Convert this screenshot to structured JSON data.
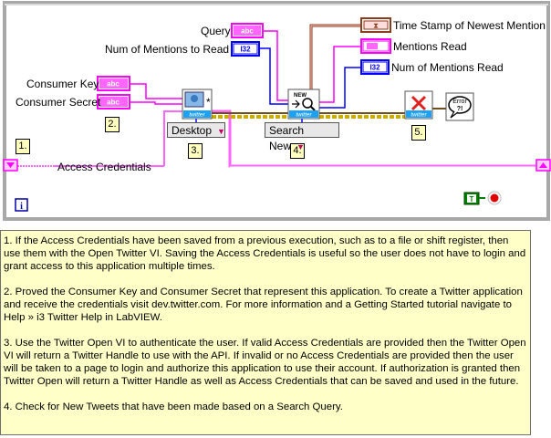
{
  "controls": {
    "consumer_key": "Consumer Key",
    "consumer_secret": "Consumer Secret",
    "query": "Query",
    "num_mentions_to_read": "Num of Mentions to Read",
    "access_credentials": "Access Credentials"
  },
  "indicators": {
    "timestamp": "Time Stamp of Newest Mention",
    "mentions_read": "Mentions Read",
    "num_mentions_read": "Num of Mentions Read"
  },
  "rings": {
    "desktop": "Desktop",
    "search": "Search New"
  },
  "steps": [
    "1.",
    "2.",
    "3.",
    "4.",
    "5."
  ],
  "terminal_labels": {
    "abc": "abc",
    "i32": "I32",
    "new": "NEW",
    "twitter": "twitter",
    "error": "Error",
    "info": "i",
    "true": "T"
  },
  "notes": [
    "1. If the Access Credentials have been saved from a previous execution, such as to a file or shift register, then use them with the Open Twitter VI. Saving the Access Credentials is useful so the user does not have to login and grant access to this application multiple times.",
    "2. Proved the Consumer Key and Consumer Secret that represent this application. To create a Twitter application and receive the credentials visit dev.twitter.com. For more information and a Getting Started tutorial navigate to Help » i3 Twitter Help in LabVIEW.",
    "3. Use the Twitter Open VI to authenticate the user. If valid Access Credentials are provided then the Twitter Open VI will return a Twitter Handle to use with the API. If invalid or no Access Credentials are provided then the user will be taken to a page to login and authorize this application to use their account. If authorization is granted then Twitter Open will return a Twitter Handle as well as Access Credentials that can be saved and used in the future.",
    "4. Check for New Tweets that have been made based on a Search Query."
  ],
  "colors": {
    "string_wire": "#ff00ff",
    "i32_wire": "#0000ff",
    "cluster_wire": "#8c3c1e",
    "handle_wire": "#ccaa00",
    "frame": "#b0b0b0",
    "notes_bg": "#ffffc8"
  }
}
